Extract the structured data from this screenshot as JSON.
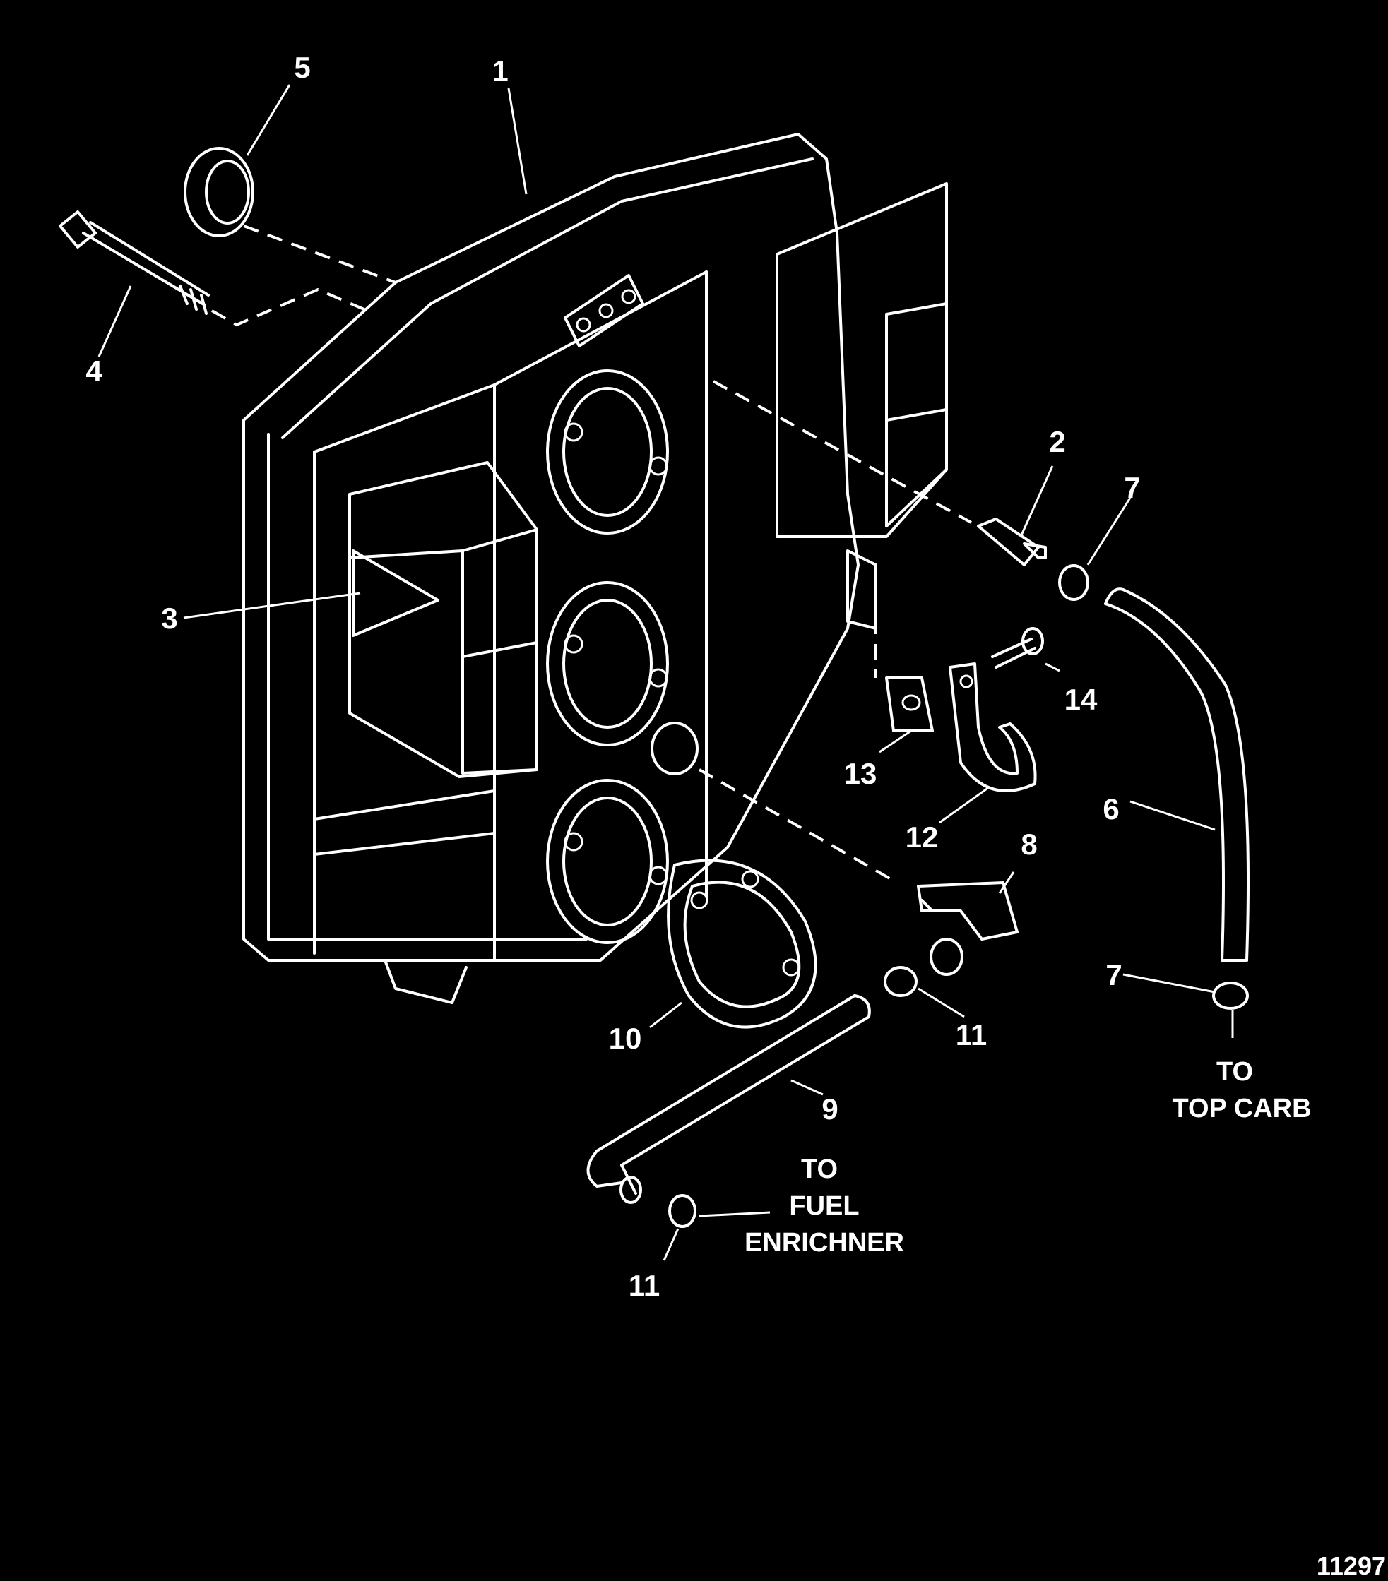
{
  "callouts": [
    {
      "id": "1",
      "label": "1"
    },
    {
      "id": "2",
      "label": "2"
    },
    {
      "id": "3",
      "label": "3"
    },
    {
      "id": "4",
      "label": "4"
    },
    {
      "id": "5",
      "label": "5"
    },
    {
      "id": "6",
      "label": "6"
    },
    {
      "id": "7a",
      "label": "7"
    },
    {
      "id": "7b",
      "label": "7"
    },
    {
      "id": "8",
      "label": "8"
    },
    {
      "id": "9",
      "label": "9"
    },
    {
      "id": "10",
      "label": "10"
    },
    {
      "id": "11a",
      "label": "11"
    },
    {
      "id": "11b",
      "label": "11"
    },
    {
      "id": "12",
      "label": "12"
    },
    {
      "id": "13",
      "label": "13"
    },
    {
      "id": "14",
      "label": "14"
    }
  ],
  "notes": {
    "top_carb": [
      "TO",
      "TOP CARB"
    ],
    "fuel_enrichner": [
      "TO",
      "FUEL",
      "ENRICHNER"
    ]
  },
  "figure_number": "11297"
}
